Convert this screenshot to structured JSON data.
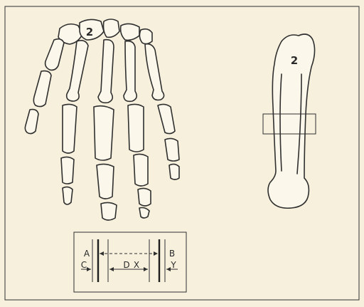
{
  "figure": {
    "hand_label": "2",
    "metacarpal_label": "2",
    "inset_labels": {
      "a": "A",
      "b": "B",
      "c": "C",
      "d": "D",
      "x": "X",
      "y": "Y"
    }
  },
  "colors": {
    "paper": "#f6f0dc",
    "ink": "#2f2f2f",
    "bone_fill": "#fbf7ea"
  }
}
